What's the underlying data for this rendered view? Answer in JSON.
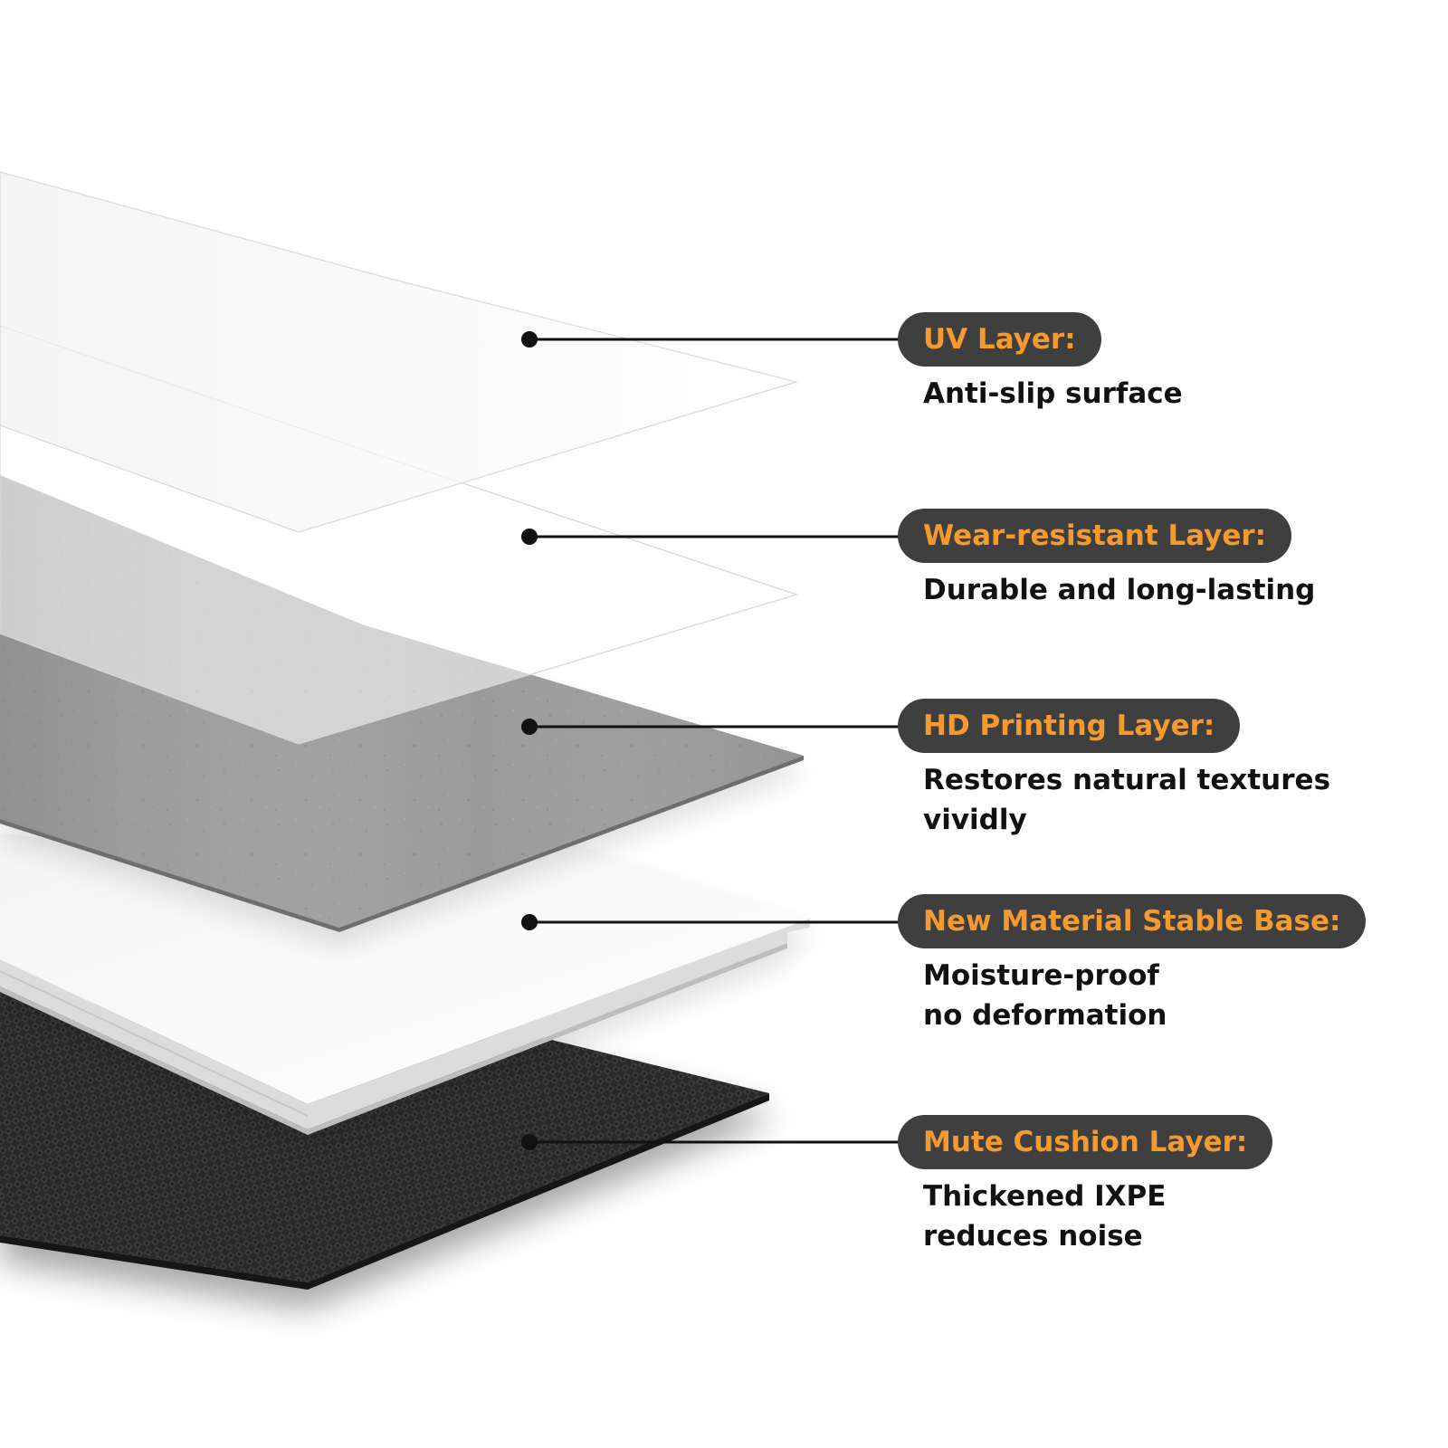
{
  "colors": {
    "pill_background": "#3f3f3f",
    "pill_text": "#f59a2e",
    "description_text": "#111111",
    "leader_line": "#111111"
  },
  "layers": [
    {
      "title": "UV Layer:",
      "description_lines": [
        "Anti-slip surface"
      ],
      "appearance": "transparent-white-film"
    },
    {
      "title": "Wear-resistant Layer:",
      "description_lines": [
        "Durable and long-lasting"
      ],
      "appearance": "transparent-white-film"
    },
    {
      "title": "HD Printing Layer:",
      "description_lines": [
        "Restores natural textures",
        "vividly"
      ],
      "appearance": "grey-stone-texture"
    },
    {
      "title": "New Material Stable Base:",
      "description_lines": [
        "Moisture-proof",
        "no deformation"
      ],
      "appearance": "white-core-board"
    },
    {
      "title": "Mute Cushion Layer:",
      "description_lines": [
        "Thickened IXPE",
        "reduces noise"
      ],
      "appearance": "black-textured-cushion"
    }
  ]
}
